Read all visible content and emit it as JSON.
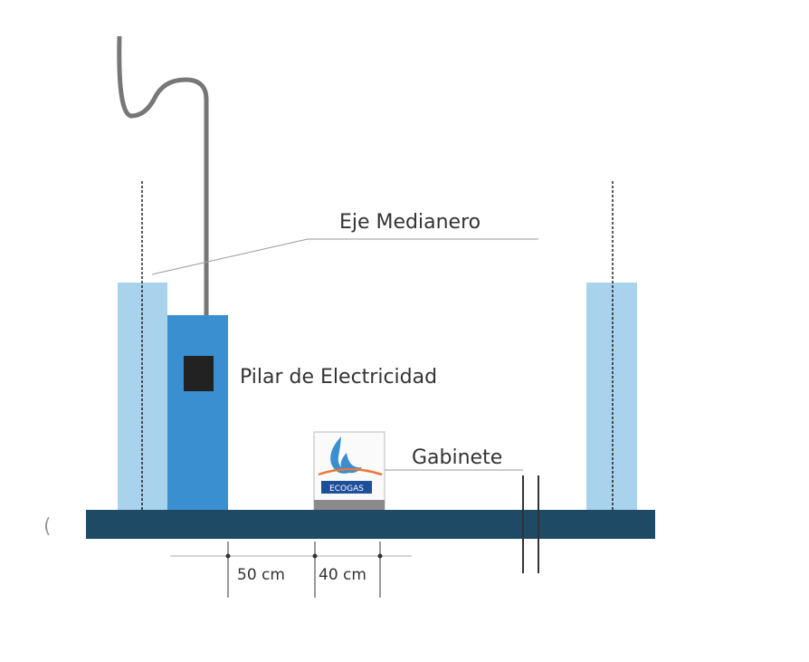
{
  "labels": {
    "eje_medianero": "Eje Medianero",
    "pilar": "Pilar de Electricidad",
    "gabinete": "Gabinete",
    "dim_50": "50 cm",
    "dim_40": "40 cm",
    "stray_mark": "("
  },
  "logo_text": "ECOGAS",
  "colors": {
    "base": "#1f4a66",
    "wall": "#a9d3ec",
    "pillar": "#3a8fd0",
    "meter": "#222222",
    "pipe": "#888888",
    "logo_blue": "#1d4f9a",
    "logo_orange": "#e8773a"
  }
}
